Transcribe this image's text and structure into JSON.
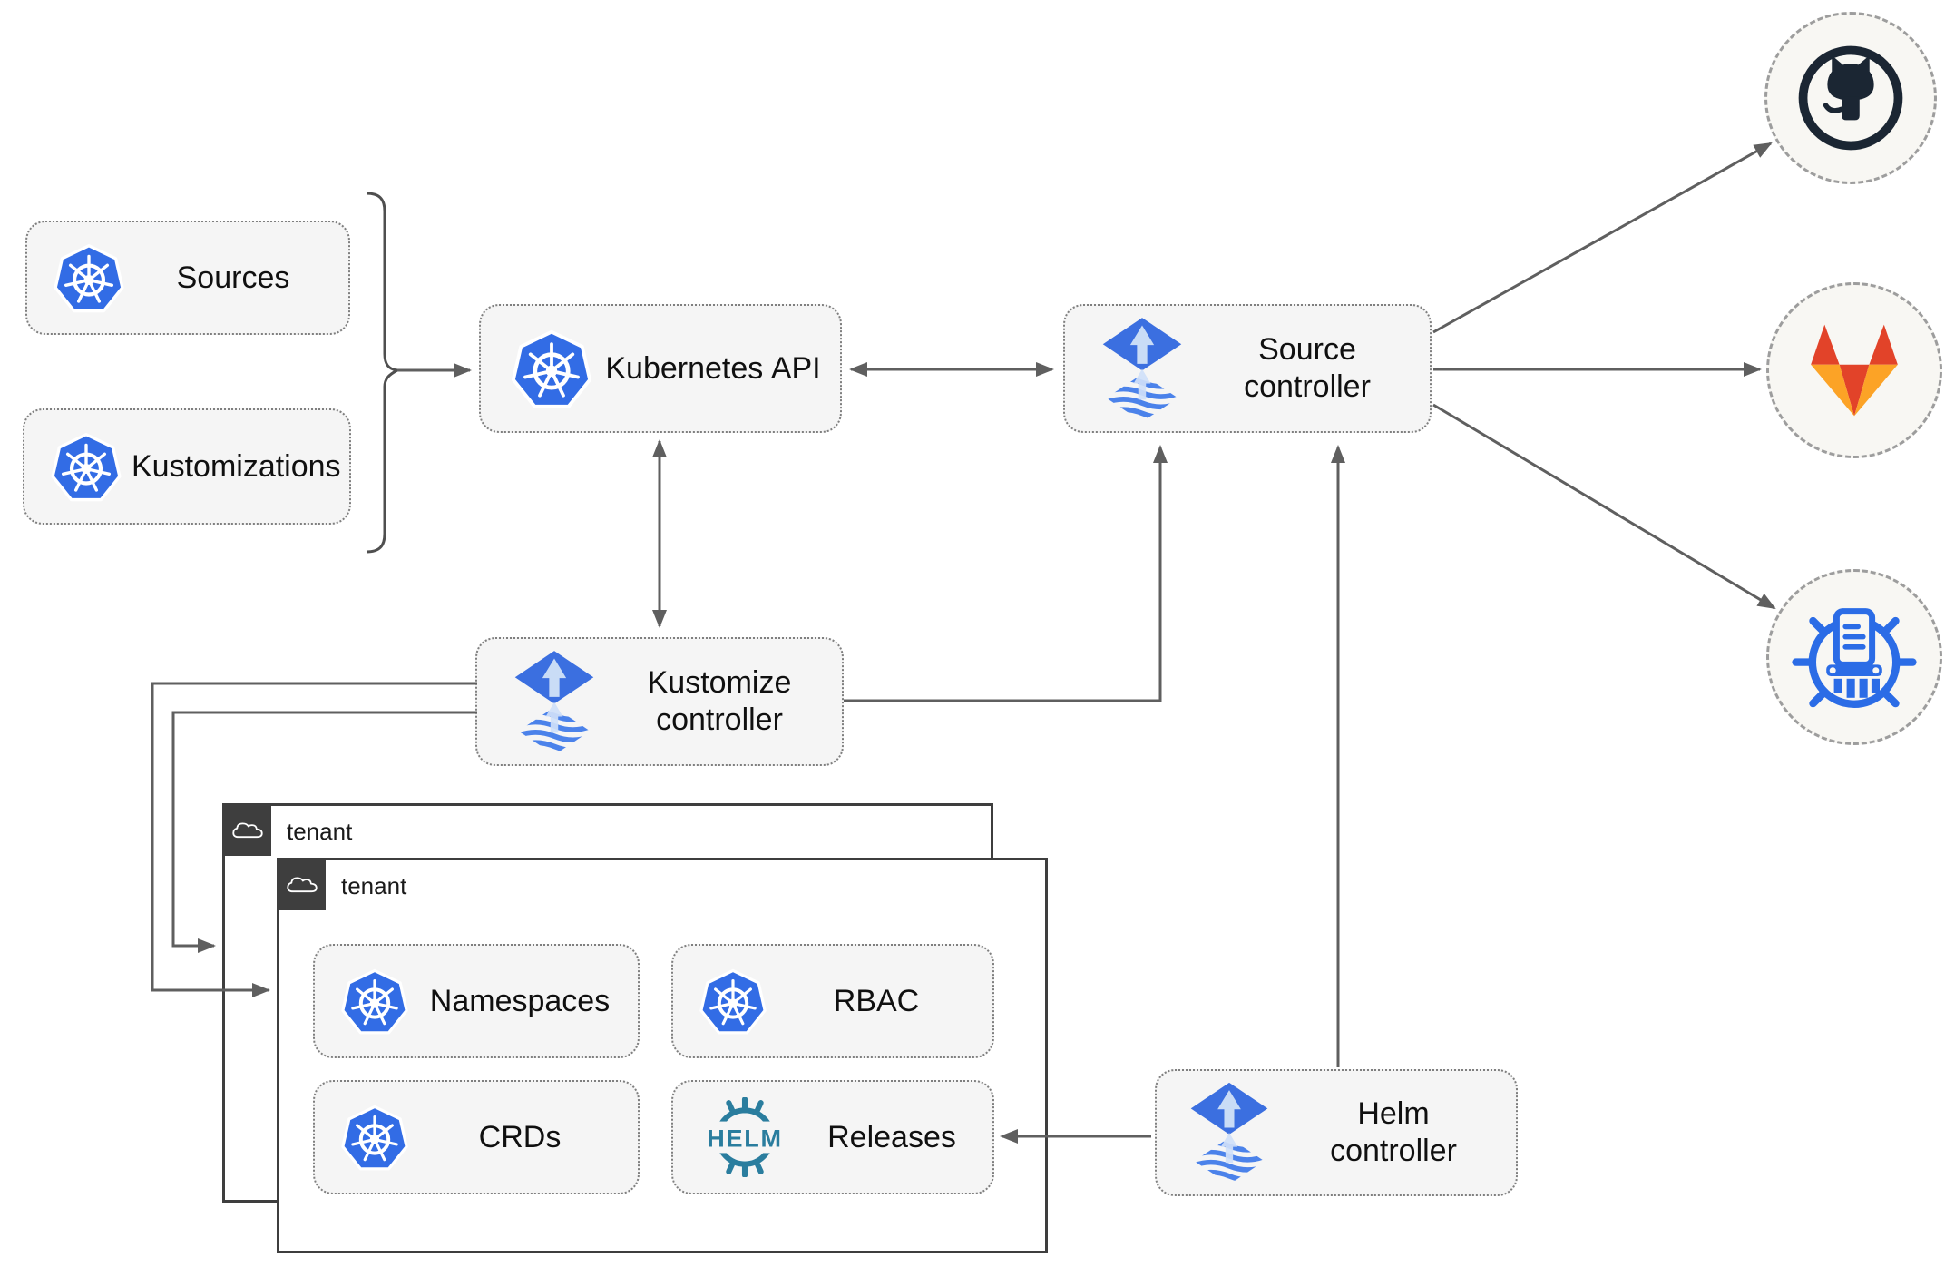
{
  "nodes": {
    "sources": {
      "label": "Sources"
    },
    "kustomizations": {
      "label": "Kustomizations"
    },
    "kubernetes_api": {
      "label": "Kubernetes API"
    },
    "source_controller": {
      "label": "Source controller"
    },
    "kustomize_controller": {
      "label": "Kustomize controller"
    },
    "helm_controller": {
      "label": "Helm controller"
    },
    "tenant_back": {
      "label": "tenant"
    },
    "tenant_front": {
      "label": "tenant"
    },
    "namespaces": {
      "label": "Namespaces"
    },
    "rbac": {
      "label": "RBAC"
    },
    "crds": {
      "label": "CRDs"
    },
    "releases": {
      "label": "Releases",
      "logo_text": "HELM"
    }
  },
  "external_endpoints": [
    {
      "id": "github",
      "icon": "github-octocat-icon"
    },
    {
      "id": "gitlab",
      "icon": "gitlab-tanuki-icon"
    },
    {
      "id": "helm-repository",
      "icon": "chartmuseum-wheel-icon"
    }
  ],
  "edges": [
    {
      "from": "sources-and-kustomizations",
      "to": "kubernetes-api",
      "style": "arrow-with-brace"
    },
    {
      "from": "kubernetes-api",
      "to": "source-controller",
      "style": "double-arrow"
    },
    {
      "from": "kubernetes-api",
      "to": "kustomize-controller",
      "style": "double-arrow"
    },
    {
      "from": "kustomize-controller",
      "to": "source-controller",
      "style": "arrow"
    },
    {
      "from": "kustomize-controller",
      "to": "tenant-back",
      "style": "arrow"
    },
    {
      "from": "kustomize-controller",
      "to": "tenant-front",
      "style": "arrow"
    },
    {
      "from": "helm-controller",
      "to": "source-controller",
      "style": "arrow"
    },
    {
      "from": "helm-controller",
      "to": "releases",
      "style": "arrow"
    },
    {
      "from": "source-controller",
      "to": "github",
      "style": "arrow"
    },
    {
      "from": "source-controller",
      "to": "gitlab",
      "style": "arrow"
    },
    {
      "from": "source-controller",
      "to": "helm-repository",
      "style": "arrow"
    }
  ],
  "colors": {
    "kubernetes_blue": "#326ce5",
    "flux_blue": "#3b6fe0",
    "flux_light_arrow": "#c9dcf6",
    "helm_teal": "#2a7d9e",
    "github_dark": "#1b2633",
    "gitlab_red": "#e24329",
    "gitlab_amber": "#fca326",
    "chartmuseum_blue": "#2b6ce6",
    "node_background": "#f5f5f5",
    "line_gray": "#5f5f5f",
    "tenant_header_dark": "#3e3e3e"
  }
}
